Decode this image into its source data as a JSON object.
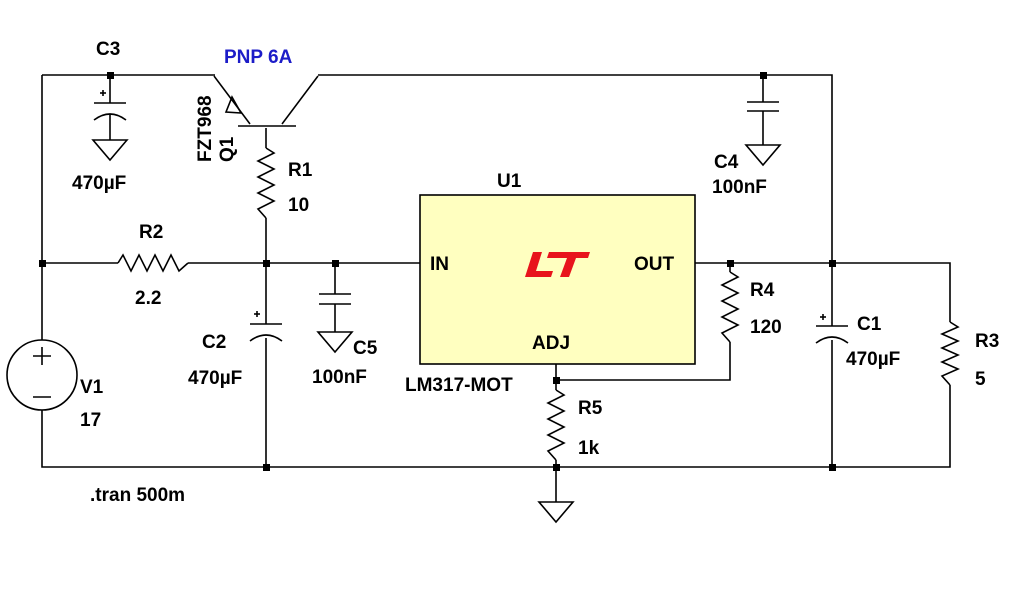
{
  "colors": {
    "background": "#ffffff",
    "wire": "#000000",
    "ic_fill": "#ffffc0",
    "logo": "#e8141c",
    "transistor_model": "#1c1cc8"
  },
  "logo_icon": "linear-technology-logo",
  "components": {
    "c3": {
      "ref": "C3",
      "value": "470µF"
    },
    "q1": {
      "ref": "Q1",
      "model": "FZT968",
      "note": "PNP 6A"
    },
    "r1": {
      "ref": "R1",
      "value": "10"
    },
    "c4": {
      "ref": "C4",
      "value": "100nF"
    },
    "u1": {
      "ref": "U1",
      "part": "LM317-MOT",
      "pin_in": "IN",
      "pin_out": "OUT",
      "pin_adj": "ADJ"
    },
    "r2": {
      "ref": "R2",
      "value": "2.2"
    },
    "r4": {
      "ref": "R4",
      "value": "120"
    },
    "c1": {
      "ref": "C1",
      "value": "470µF"
    },
    "r3": {
      "ref": "R3",
      "value": "5"
    },
    "c2": {
      "ref": "C2",
      "value": "470µF"
    },
    "c5": {
      "ref": "C5",
      "value": "100nF"
    },
    "v1": {
      "ref": "V1",
      "value": "17"
    },
    "r5": {
      "ref": "R5",
      "value": "1k"
    }
  },
  "directive": ".tran 500m"
}
